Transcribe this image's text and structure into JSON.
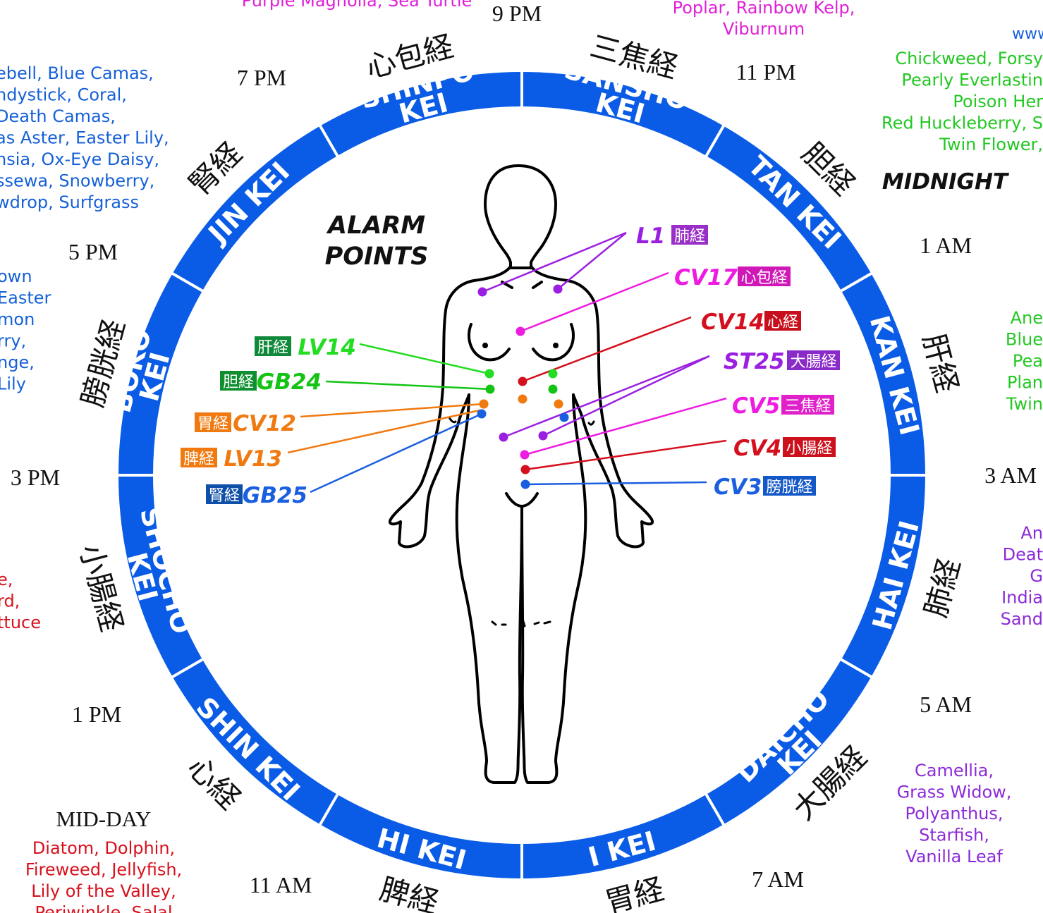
{
  "wheel": {
    "segments": [
      {
        "name": "SANSHO KEI",
        "lines": [
          "SANSHO",
          "KEI"
        ],
        "kanji": "三焦経"
      },
      {
        "name": "TAN KEI",
        "lines": [
          "TAN KEI"
        ],
        "kanji": "胆経"
      },
      {
        "name": "KAN KEI",
        "lines": [
          "KAN KEI"
        ],
        "kanji": "肝経"
      },
      {
        "name": "HAI KEI",
        "lines": [
          "HAI KEI"
        ],
        "kanji": "肺経"
      },
      {
        "name": "DAICHO KEI",
        "lines": [
          "DAICHO",
          "KEI"
        ],
        "kanji": "大腸経"
      },
      {
        "name": "I KEI",
        "lines": [
          "I KEI"
        ],
        "kanji": "胃経"
      },
      {
        "name": "HI KEI",
        "lines": [
          "HI KEI"
        ],
        "kanji": "脾経"
      },
      {
        "name": "SHIN KEI",
        "lines": [
          "SHIN KEI"
        ],
        "kanji": "心経"
      },
      {
        "name": "SHOCHO KEI",
        "lines": [
          "SHOCHO",
          "KEI"
        ],
        "kanji": "小腸経"
      },
      {
        "name": "BOKO KEI",
        "lines": [
          "BOKO",
          "KEI"
        ],
        "kanji": "膀胱経"
      },
      {
        "name": "JIN KEI",
        "lines": [
          "JIN KEI"
        ],
        "kanji": "腎経"
      },
      {
        "name": "SHINPO KEI",
        "lines": [
          "SHINPO",
          "KEI"
        ],
        "kanji": "心包経"
      }
    ],
    "hours": [
      "9 PM",
      "11 PM",
      "1 AM",
      "3 AM",
      "5 AM",
      "7 AM",
      "11 AM",
      "1 PM",
      "3 PM",
      "5 PM",
      "7 PM"
    ],
    "midnight": "MIDNIGHT",
    "midday": "MID-DAY"
  },
  "title": {
    "line1": "ALARM",
    "line2": "POINTS"
  },
  "alarm_points": [
    {
      "code": "L1",
      "kanji": "肺経"
    },
    {
      "code": "CV17",
      "kanji": "心包経"
    },
    {
      "code": "CV14",
      "kanji": "心経"
    },
    {
      "code": "ST25",
      "kanji": "大腸経"
    },
    {
      "code": "CV5",
      "kanji": "三焦経"
    },
    {
      "code": "CV4",
      "kanji": "小腸経"
    },
    {
      "code": "CV3",
      "kanji": "膀胱経"
    },
    {
      "code": "LV14",
      "kanji": "肝経"
    },
    {
      "code": "GB24",
      "kanji": "胆経"
    },
    {
      "code": "CV12",
      "kanji": "胃経"
    },
    {
      "code": "LV13",
      "kanji": "脾経"
    },
    {
      "code": "GB25",
      "kanji": "腎経"
    }
  ],
  "essences": {
    "top_left": "Purple Magnolia, Sea Turtle",
    "top_right": [
      "Poplar, Rainbow Kelp,",
      "Viburnum"
    ],
    "website": "www",
    "right_green": [
      "Chickweed, Forsy",
      "Pearly Everlastin",
      "Poison Her",
      "Red Huckleberry, S",
      "Twin Flower,"
    ],
    "left_blue": [
      "ebell, Blue Camas,",
      "ndystick, Coral,",
      "Death Camas,",
      "as Aster, Easter Lily,",
      "nsia, Ox-Eye Daisy,",
      "ssewa, Snowberry,",
      "wdrop, Surfgrass"
    ],
    "left_blue2": [
      "own",
      "Easter",
      "mon",
      "rry,",
      "nge,",
      "Lily"
    ],
    "right_green2": [
      "Ane",
      "Blue",
      "Pea",
      "Plan",
      "Twin"
    ],
    "right_purple": [
      "An",
      "Deat",
      "G",
      "India",
      "Sand"
    ],
    "left_red": [
      "e,",
      "rd,",
      "ttuce"
    ],
    "bottom_right": [
      "Camellia,",
      "Grass Widow,",
      "Polyanthus,",
      "Starfish,",
      "Vanilla Leaf"
    ],
    "bottom_left": [
      "Diatom, Dolphin,",
      "Fireweed, Jellyfish,",
      "Lily of the Valley,",
      "Periwinkle, Salal"
    ]
  },
  "colors": {
    "wheel_blue": "#0a5ce6",
    "lung_purple": "#9b1fe0",
    "pericardium_magenta": "#ee1ce0",
    "heart_red": "#d4101e",
    "liver_green": "#22dd22",
    "gallbladder_green": "#14c414",
    "stomach_orange": "#f07a10",
    "kidney_blue": "#1a5fe0",
    "essence_blue": "#1560d8",
    "essence_green": "#22c822",
    "essence_magenta": "#e020d8",
    "essence_purple": "#8c2ad8",
    "essence_red": "#d8101c"
  }
}
